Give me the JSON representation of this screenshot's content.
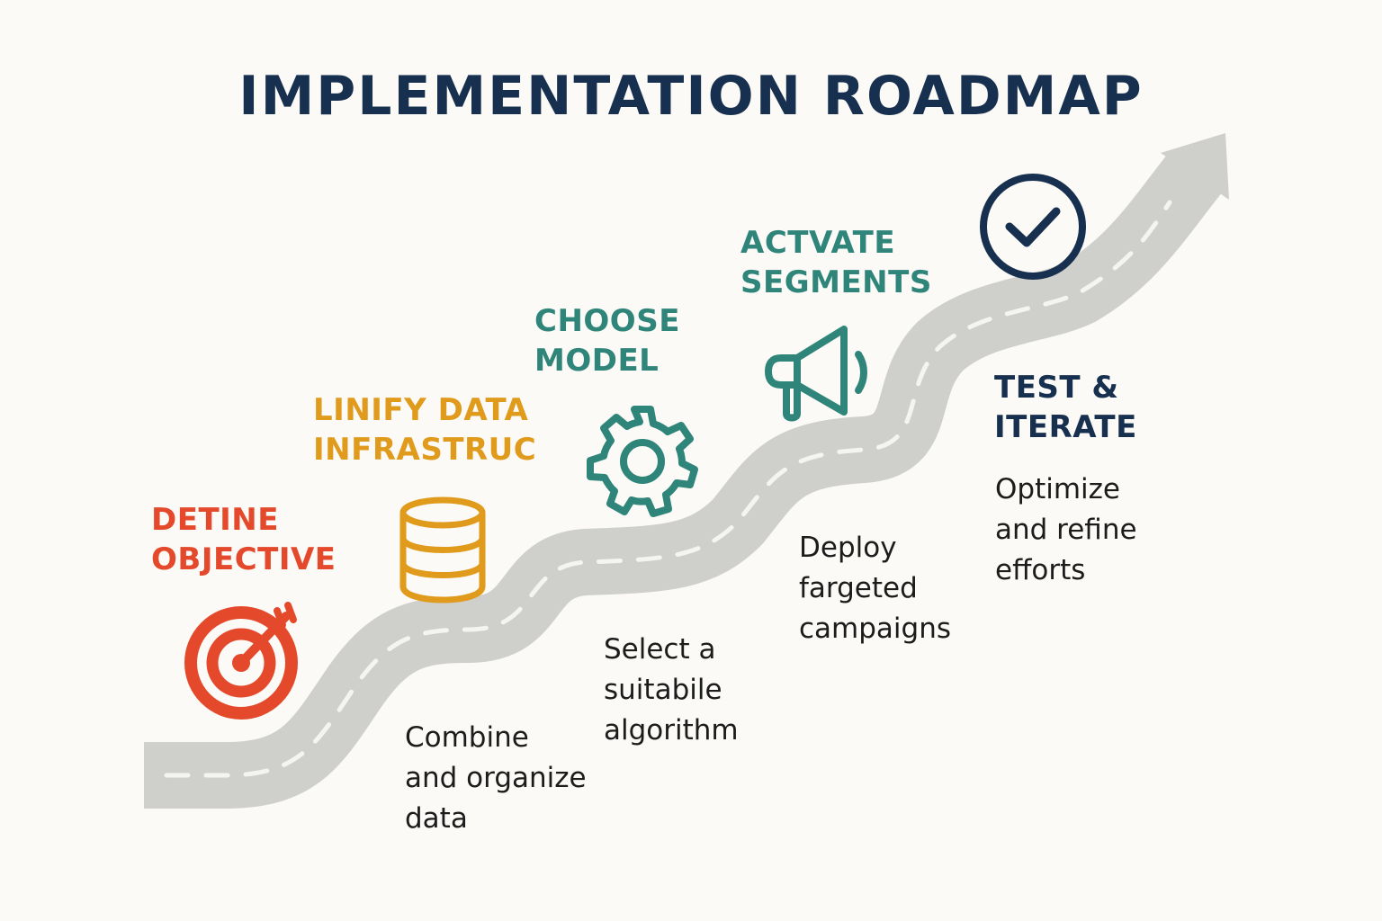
{
  "title": "IMPLEMENTATION ROADMAP",
  "colors": {
    "title": "#18304f",
    "step1": "#e4492b",
    "step2": "#e09a1c",
    "step3": "#2f8579",
    "step4": "#2f8579",
    "step5": "#18304f",
    "road": "#cfcfcc",
    "road_dash": "#f4f4f1",
    "arrow": "#cfcfcc"
  },
  "steps": [
    {
      "title_lines": [
        "DETINE",
        "OBJECTIVE"
      ],
      "description_lines": [],
      "icon": "target-icon"
    },
    {
      "title_lines": [
        "LINIFY DATA",
        "INFRASTRUC"
      ],
      "description_lines": [
        "Combine",
        "and organize",
        "data"
      ],
      "icon": "database-icon"
    },
    {
      "title_lines": [
        "CHOOSE",
        "MODEL"
      ],
      "description_lines": [
        "Select a",
        "suitabile",
        "algorithm"
      ],
      "icon": "gear-icon"
    },
    {
      "title_lines": [
        "ACTVATE",
        "SEGMENTS"
      ],
      "description_lines": [
        "Deploy",
        "fargeted",
        "campaigns"
      ],
      "icon": "megaphone-icon"
    },
    {
      "title_lines": [
        "TEST &",
        "ITERATE"
      ],
      "description_lines": [
        "Optimize",
        "and refine",
        "efforts"
      ],
      "icon": "checkmark-circle-icon"
    }
  ]
}
